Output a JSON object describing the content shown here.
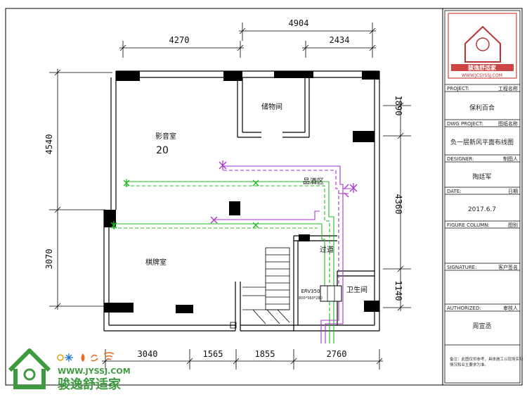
{
  "drawing": {
    "dimensions": {
      "top_overall": "4904",
      "top_left": "4270",
      "top_right": "2434",
      "left_upper": "4540",
      "left_lower": "3070",
      "right_1": "1890",
      "right_2": "4360",
      "right_3": "1140",
      "bottom_1": "3040",
      "bottom_2": "1565",
      "bottom_3": "1855",
      "bottom_4": "2760"
    },
    "rooms": {
      "storage": "储物间",
      "theater": "影音室",
      "theater_number": "20",
      "leisure": "品酒区",
      "chess": "棋牌室",
      "corridor": "过道",
      "bath": "卫生间",
      "unit_model": "ERV350",
      "unit_spec": "800*560*280"
    }
  },
  "title_block": {
    "project_label": "PROJECT:",
    "project_label_cn": "工程名称",
    "project_value": "保利百合",
    "dwg_label": "DWG PROJECT:",
    "dwg_label_cn": "图纸名称",
    "dwg_value": "负一层新风平面布线图",
    "designer_label": "DESIGNER:",
    "designer_label_cn": "制图人",
    "designer_value": "陶廷军",
    "date_label": "DATE:",
    "date_label_cn": "日期",
    "date_value": "2017.6.7",
    "figure_label": "FIGURE COLUMN:",
    "figure_label_cn": "图别",
    "signature_label": "SIGNATURE:",
    "signature_label_cn": "客户签名",
    "authorized_label": "AUTHORIZED:",
    "authorized_label_cn": "审核人",
    "authorized_value": "周宣丞",
    "note_line1": "备注：此图仅供参考，具体施工以现场实际",
    "note_line2": "情况和业主要求为准。",
    "logo_text": "骏逸舒适家",
    "logo_url": "WWW.JCSYSSJ.COM"
  },
  "watermark": {
    "url": "WWW.JYSSJ.COM",
    "brand": "骏逸舒适家"
  },
  "colors": {
    "supply_duct": "#22bb22",
    "exhaust_duct": "#aa33cc",
    "wall": "#000000",
    "watermark_green": "#3e9a3e"
  }
}
